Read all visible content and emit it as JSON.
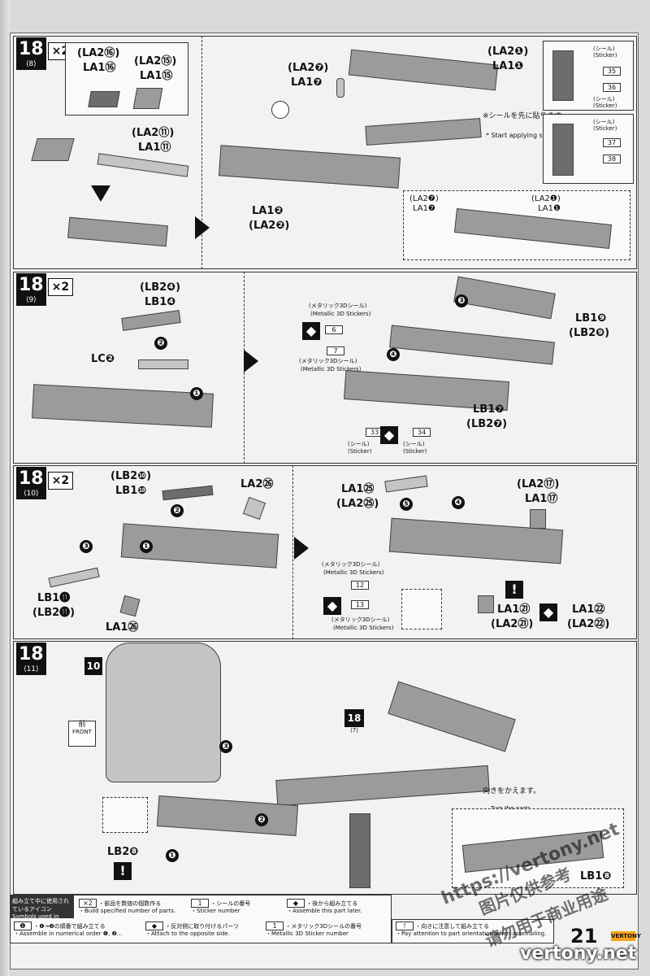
{
  "page": {
    "number": "21",
    "badge": "VERTONY",
    "site": "vertony.net"
  },
  "step1": {
    "num": "18",
    "sub": "⟨8⟩",
    "mult": "×2",
    "labels": [
      "(LA2⑯)",
      "LA1⑯",
      "(LA2⑮)",
      "LA1⑮",
      "(LA2⑪)",
      "LA1⑪",
      "(LA2❼)",
      "LA1❼",
      "LA1❷",
      "(LA2❷)",
      "(LA2❶)",
      "LA1❶"
    ],
    "sticker_note_jp": "※シールを先に貼ります。",
    "sticker_note_en": "* Start applying stickers first.",
    "sticker_word_jp": "(シール)",
    "sticker_word_en": "(Sticker)",
    "stickers": [
      "35",
      "36",
      "37",
      "38"
    ],
    "inset_labels": [
      "(LA2❼)",
      "LA1❼",
      "(LA2❶)",
      "LA1❶"
    ]
  },
  "step2": {
    "num": "18",
    "sub": "⟨9⟩",
    "mult": "×2",
    "labels": [
      "(LB2❹)",
      "LB1❹",
      "LC❷",
      "LB1❾",
      "(LB2❾)",
      "LB1❼",
      "(LB2❼)"
    ],
    "meta_jp": "(メタリック3Dシール)",
    "meta_en": "(Metallic 3D Stickers)",
    "stickers": [
      "6",
      "7",
      "33",
      "34"
    ],
    "sticker_word_jp": "(シール)",
    "sticker_word_en": "(Sticker)",
    "numbers": [
      "❶",
      "❷",
      "❸",
      "❹"
    ]
  },
  "step3": {
    "num": "18",
    "sub": "⟨10⟩",
    "mult": "×2",
    "labels": [
      "(LB2❿)",
      "LB1❿",
      "LA2㉖",
      "LB1⓫",
      "(LB2⓫)",
      "LA1㉖",
      "LA1㉕",
      "(LA2㉕)",
      "(LA2⑰)",
      "LA1⑰",
      "LA1㉑",
      "(LA2㉑)",
      "LA1㉒",
      "(LA2㉒)"
    ],
    "meta_jp": "(メタリック3Dシール)",
    "meta_en": "(Metallic 3D Stickers)",
    "stickers": [
      "12",
      "13"
    ],
    "numbers": [
      "❶",
      "❷",
      "❸",
      "❹",
      "❺"
    ]
  },
  "step4": {
    "num": "18",
    "sub": "⟨11⟩",
    "callout": "10",
    "callout2": "18",
    "callout2_sub": "⟨7⟩",
    "front_jp": "前",
    "front_en": "FRONT",
    "turn_jp": "向きをかえます。",
    "turn_en": "Turn the parts.",
    "labels": [
      "LB2❽",
      "LB1❽"
    ],
    "numbers": [
      "❶",
      "❷",
      "❸"
    ]
  },
  "legend": {
    "title_jp": "組み立て中に使用されているアイコン",
    "title_en": "Symbols used in instructions",
    "items": [
      {
        "jp": "・部品を数値の個数作る",
        "en": "・Build specified number of parts.",
        "icon": "×2"
      },
      {
        "jp": "・シールの番号",
        "en": "・Sticker number",
        "icon": "1"
      },
      {
        "jp": "・後から組み立てる",
        "en": "・Assemble this part later.",
        "icon": "◆"
      },
      {
        "jp": "・❶→❷の順番で組み立てる",
        "en": "・Assemble in numerical order ❶, ❷...",
        "icon": "❶"
      },
      {
        "jp": "・反対側に取り付けるパーツ",
        "en": "・Attach to the opposite side.",
        "icon": "◆"
      },
      {
        "jp": "・メタリック3Dシールの番号",
        "en": "・Metallic 3D Sticker number",
        "icon": "1"
      },
      {
        "jp": "・向きに注意して組み立てる",
        "en": "・Pay attention to part orientation when assembling.",
        "icon": "!"
      }
    ]
  },
  "watermarks": [
    "https://vertony.net",
    "图片仅供参考",
    "请勿用于商业用途"
  ],
  "colors": {
    "ink": "#111111",
    "part": "#9b9b9b",
    "badge": "#f7a21b"
  }
}
